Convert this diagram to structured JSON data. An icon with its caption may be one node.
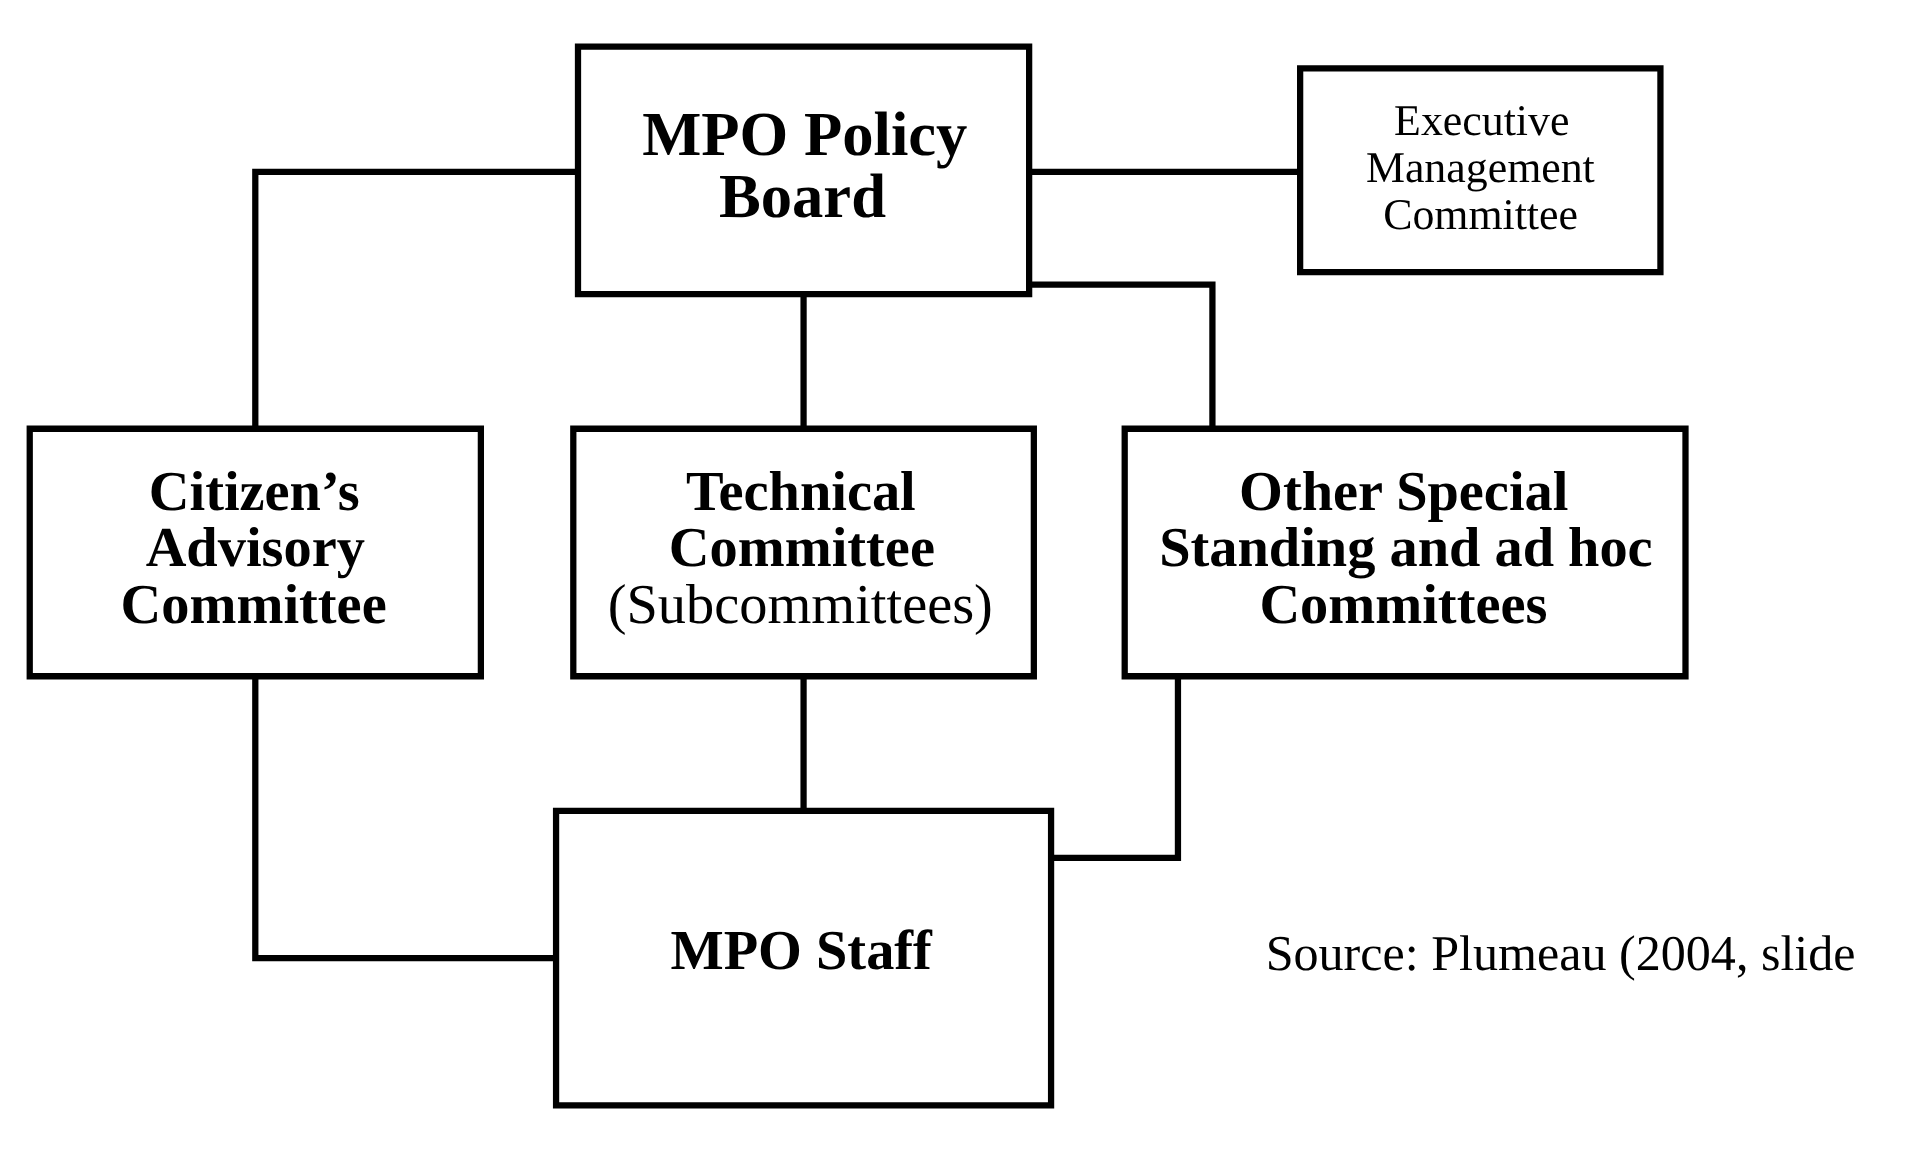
{
  "diagram": {
    "nodes": [
      {
        "text": [
          "MPO Policy Board"
        ]
      },
      {
        "text": [
          "Executive Management Committee"
        ]
      },
      {
        "text": [
          "Citizen’s Advisory Committee"
        ]
      },
      {
        "text": [
          "Technical Committee",
          "(Subcommittees)"
        ]
      },
      {
        "text": [
          "Other Special Standing and ad hoc Committees"
        ]
      },
      {
        "text": [
          "MPO Staff"
        ]
      }
    ],
    "edges": [
      {
        "from": 0,
        "to": 1,
        "arrow": "none"
      },
      {
        "from": 0,
        "to": 2,
        "arrow": "none"
      },
      {
        "from": 0,
        "to": 3,
        "arrow": "none"
      },
      {
        "from": 0,
        "to": 4,
        "arrow": "none"
      },
      {
        "from": 2,
        "to": 5,
        "arrow": "none"
      },
      {
        "from": 3,
        "to": 5,
        "arrow": "none"
      },
      {
        "from": 4,
        "to": 5,
        "arrow": "none"
      }
    ],
    "labels": [
      "Source: Plumeau (2004, slide"
    ]
  }
}
